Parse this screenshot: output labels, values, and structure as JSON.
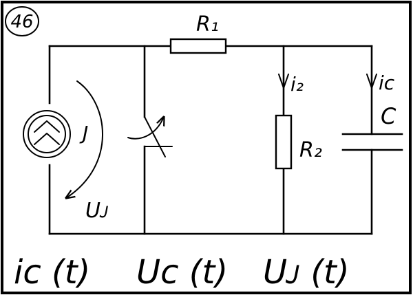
{
  "figure_number": "46",
  "labels": {
    "r1": "R₁",
    "r2": "R₂",
    "capacitor": "C",
    "i2": "i₂",
    "ic": "iᴄ",
    "current_source": "J",
    "source_voltage": "Uᴊ"
  },
  "tasks": {
    "task_1": "iᴄ (t)",
    "task_2": "Uᴄ (t)",
    "task_3": "Uᴊ (t)"
  }
}
